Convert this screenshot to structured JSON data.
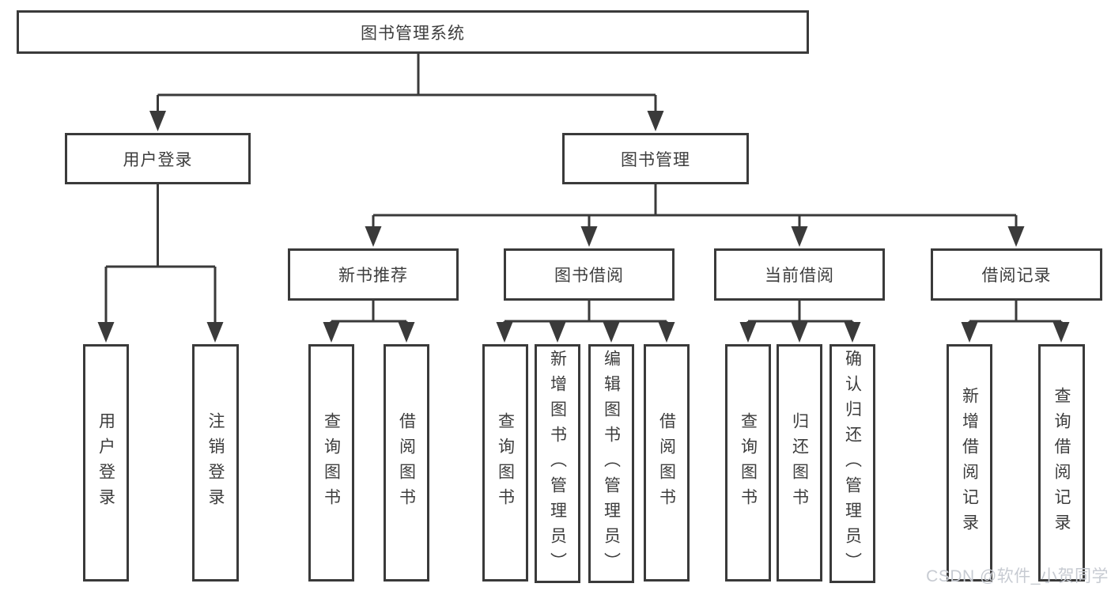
{
  "tree": {
    "label": "图书管理系统",
    "children": [
      {
        "label": "用户登录",
        "children": [
          {
            "label": "用户登录"
          },
          {
            "label": "注销登录"
          }
        ]
      },
      {
        "label": "图书管理",
        "children": [
          {
            "label": "新书推荐",
            "children": [
              {
                "label": "查询图书"
              },
              {
                "label": "借阅图书"
              }
            ]
          },
          {
            "label": "图书借阅",
            "children": [
              {
                "label": "查询图书"
              },
              {
                "label": "新增图书（管理员）"
              },
              {
                "label": "编辑图书（管理员）"
              },
              {
                "label": "借阅图书"
              }
            ]
          },
          {
            "label": "当前借阅",
            "children": [
              {
                "label": "查询图书"
              },
              {
                "label": "归还图书"
              },
              {
                "label": "确认归还（管理员）"
              }
            ]
          },
          {
            "label": "借阅记录",
            "children": [
              {
                "label": "新增借阅记录"
              },
              {
                "label": "查询借阅记录"
              }
            ]
          }
        ]
      }
    ]
  },
  "watermark": {
    "text": "CSDN @软件_小贺同学"
  },
  "colors": {
    "line": "#3a3a3a",
    "box_border": "#3a3a3a",
    "text": "#3d3d3d",
    "watermark": "#c7cbd2",
    "background": "#ffffff"
  }
}
